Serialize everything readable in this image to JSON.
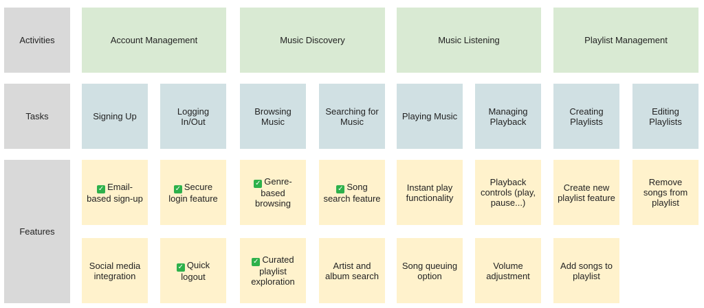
{
  "rows": {
    "activities": "Activities",
    "tasks": "Tasks",
    "features": "Features"
  },
  "activities": [
    "Account Management",
    "Music Discovery",
    "Music Listening",
    "Playlist Management"
  ],
  "tasks": [
    "Signing Up",
    "Logging In/Out",
    "Browsing Music",
    "Searching for Music",
    "Playing Music",
    "Managing Playback",
    "Creating Playlists",
    "Editing Playlists"
  ],
  "features": [
    {
      "text": "Email-based sign-up",
      "checked": true
    },
    {
      "text": "Secure login feature",
      "checked": true
    },
    {
      "text": "Genre-based browsing",
      "checked": true
    },
    {
      "text": "Song search feature",
      "checked": true
    },
    {
      "text": "Instant play functionality",
      "checked": false
    },
    {
      "text": "Playback controls (play, pause...)",
      "checked": false
    },
    {
      "text": "Create new playlist feature",
      "checked": false
    },
    {
      "text": "Remove songs from playlist",
      "checked": false
    },
    {
      "text": "Social media integration",
      "checked": false
    },
    {
      "text": "Quick logout",
      "checked": true
    },
    {
      "text": "Curated playlist exploration",
      "checked": true
    },
    {
      "text": "Artist and album search",
      "checked": false
    },
    {
      "text": "Song queuing option",
      "checked": false
    },
    {
      "text": "Volume adjustment",
      "checked": false
    },
    {
      "text": "Add songs to playlist",
      "checked": false
    }
  ],
  "colors": {
    "row_header": "#d9d9d9",
    "activity": "#d9ead3",
    "task": "#d0e0e3",
    "feature": "#fff2cc",
    "check": "#2db14b"
  },
  "icons": {
    "done": "checkbox-checked-icon"
  }
}
